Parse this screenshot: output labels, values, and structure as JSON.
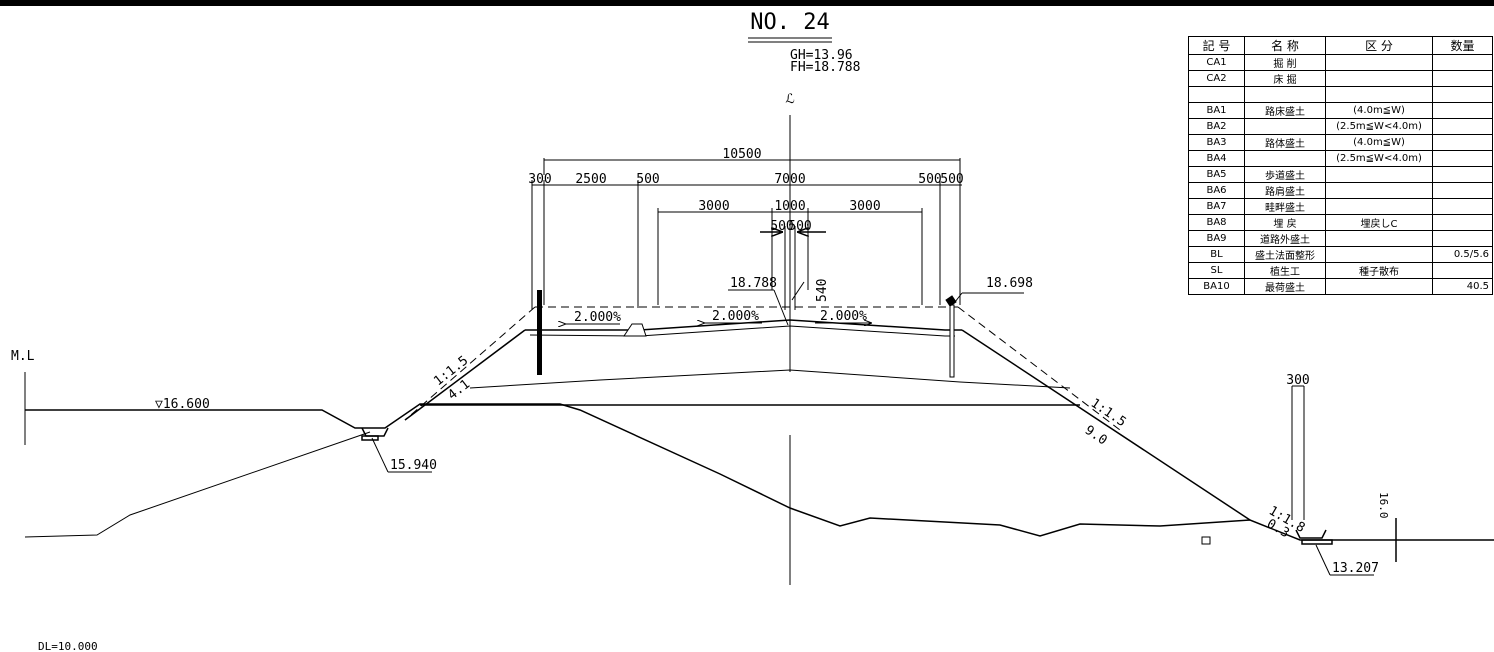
{
  "title": "NO. 24",
  "gh": "GH=13.96",
  "fh": "FH=18.788",
  "centerline_symbol": "ℒ",
  "ml_label": "M.L",
  "datum_label": "DL=10.000",
  "water_level": "▽16.600",
  "dims": {
    "total": "10500",
    "d300": "300",
    "d2500": "2500",
    "d500l": "500",
    "d7000": "7000",
    "d500r": "500",
    "d500r2": "500",
    "d3000l": "3000",
    "d1000": "1000",
    "d3000r": "3000",
    "d500c1": "500",
    "d500c2": "500",
    "d540": "540",
    "d300b": "300",
    "d160": "16.0"
  },
  "elevations": {
    "center": "18.788",
    "right": "18.698",
    "left_ditch": "15.940",
    "right_ditch": "13.207"
  },
  "slopes": {
    "left_cross": "2.000%",
    "center_left": "2.000%",
    "center_right": "2.000%",
    "left_slope": "1:1.5",
    "left_len": "4.1",
    "right_slope": "1:1.5",
    "right_len": "9.0",
    "toe_slope": "1:1.8",
    "toe_len": "0.3"
  },
  "table": {
    "headers": [
      "記 号",
      "名 称",
      "区 分",
      "数量"
    ],
    "rows": [
      [
        "CA1",
        "掘 削",
        "",
        ""
      ],
      [
        "CA2",
        "床 掘",
        "",
        ""
      ],
      [
        "",
        "",
        "",
        ""
      ],
      [
        "BA1",
        "路床盛土",
        "(4.0m≦W)",
        ""
      ],
      [
        "BA2",
        "",
        "(2.5m≦W<4.0m)",
        ""
      ],
      [
        "BA3",
        "路体盛土",
        "(4.0m≦W)",
        ""
      ],
      [
        "BA4",
        "",
        "(2.5m≦W<4.0m)",
        ""
      ],
      [
        "BA5",
        "歩道盛土",
        "",
        ""
      ],
      [
        "BA6",
        "路肩盛土",
        "",
        ""
      ],
      [
        "BA7",
        "畦畔盛土",
        "",
        ""
      ],
      [
        "BA8",
        "埋 戻",
        "埋戻しC",
        ""
      ],
      [
        "BA9",
        "道路外盛土",
        "",
        ""
      ],
      [
        "BL",
        "盛土法面整形",
        "",
        "0.5/5.6"
      ],
      [
        "SL",
        "植生工",
        "種子散布",
        ""
      ],
      [
        "BA10",
        "最荷盛土",
        "",
        "40.5"
      ]
    ]
  }
}
